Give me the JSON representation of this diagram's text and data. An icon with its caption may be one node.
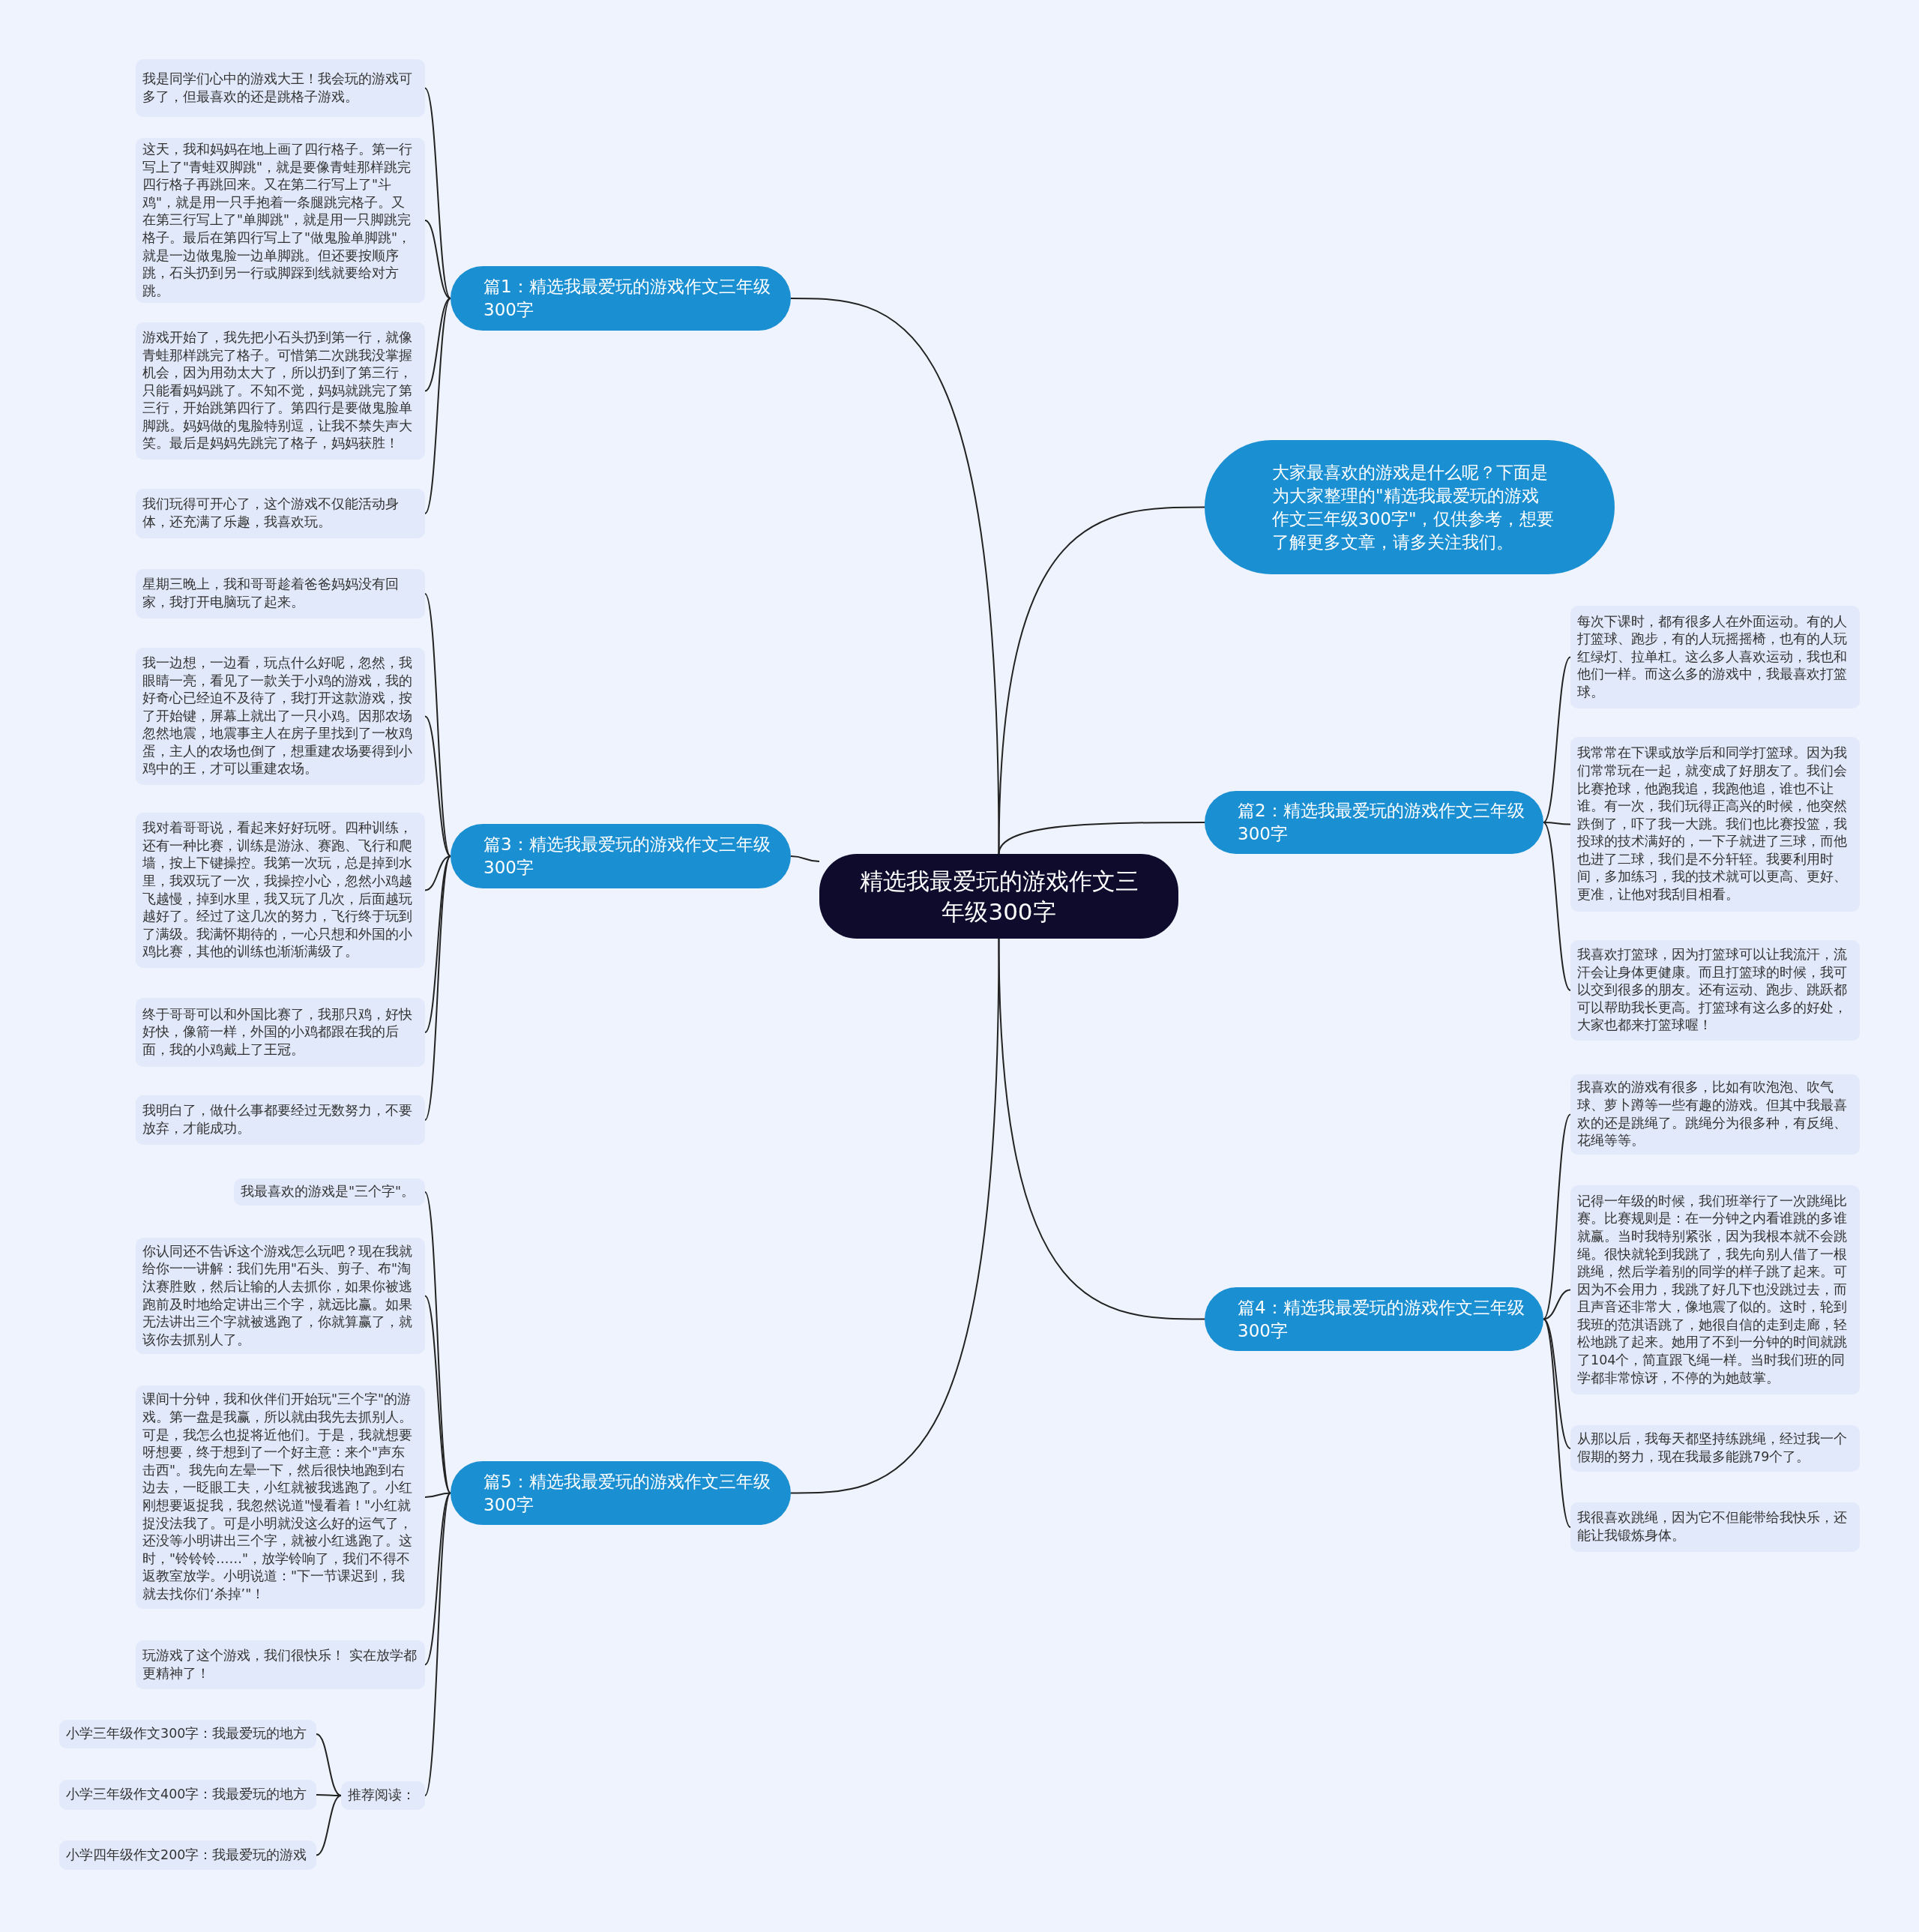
{
  "diagram": {
    "nodes": [
      {
        "text": [
          "精选我最爱玩的游戏作文三年级300字"
        ]
      },
      {
        "text": [
          "篇1：精选我最爱玩的游戏作文三年级300字"
        ]
      },
      {
        "text": [
          "我是同学们心中的游戏大王！我会玩的游戏可多了，但最喜欢的还是跳格子游戏。"
        ]
      },
      {
        "text": [
          "这天，我和妈妈在地上画了四行格子。第一行写上了\"青蛙双脚跳\"，就是要像青蛙那样跳完四行格子再跳回来。又在第二行写上了\"斗鸡\"，就是用一只手抱着一条腿跳完格子。又在第三行写上了\"单脚跳\"，就是用一只脚跳完格子。最后在第四行写上了\"做鬼脸单脚跳\"，就是一边做鬼脸一边单脚跳。但还要按顺序跳，石头扔到另一行或脚踩到线就要给对方跳。"
        ]
      },
      {
        "text": [
          "游戏开始了，我先把小石头扔到第一行，就像青蛙那样跳完了格子。可惜第二次跳我没掌握机会，因为用劲太大了，所以扔到了第三行，只能看妈妈跳了。不知不觉，妈妈就跳完了第三行，开始跳第四行了。第四行是要做鬼脸单脚跳。妈妈做的鬼脸特别逗，让我不禁失声大笑。最后是妈妈先跳完了格子，妈妈获胜！"
        ]
      },
      {
        "text": [
          "我们玩得可开心了，这个游戏不仅能活动身体，还充满了乐趣，我喜欢玩。"
        ]
      },
      {
        "text": [
          "大家最喜欢的游戏是什么呢？下面是为大家整理的\"精选我最爱玩的游戏作文三年级300字\"，仅供参考，想要了解更多文章，请多关注我们。"
        ]
      },
      {
        "text": [
          "篇2：精选我最爱玩的游戏作文三年级300字"
        ]
      },
      {
        "text": [
          "每次下课时，都有很多人在外面运动。有的人打篮球、跑步，有的人玩摇摇椅，也有的人玩红绿灯、拉单杠。这么多人喜欢运动，我也和他们一样。而这么多的游戏中，我最喜欢打篮球。"
        ]
      },
      {
        "text": [
          "我常常在下课或放学后和同学打篮球。因为我们常常玩在一起，就变成了好朋友了。我们会比赛抢球，他跑我追，我跑他追，谁也不让谁。有一次，我们玩得正高兴的时候，他突然跌倒了，吓了我一大跳。我们也比赛投篮，我投球的技术满好的，一下子就进了三球，而他也进了二球，我们是不分轩轾。我要利用时间，多加练习，我的技术就可以更高、更好、更准，让他对我刮目相看。"
        ]
      },
      {
        "text": [
          "我喜欢打篮球，因为打篮球可以让我流汗，流汗会让身体更健康。而且打篮球的时候，我可以交到很多的朋友。还有运动、跑步、跳跃都可以帮助我长更高。打篮球有这么多的好处，大家也都来打篮球喔！"
        ]
      },
      {
        "text": [
          "篇3：精选我最爱玩的游戏作文三年级300字"
        ]
      },
      {
        "text": [
          "星期三晚上，我和哥哥趁着爸爸妈妈没有回家，我打开电脑玩了起来。"
        ]
      },
      {
        "text": [
          "我一边想，一边看，玩点什么好呢，忽然，我眼睛一亮，看见了一款关于小鸡的游戏，我的好奇心已经迫不及待了，我打开这款游戏，按了开始键，屏幕上就出了一只小鸡。因那农场忽然地震，地震事主人在房子里找到了一枚鸡蛋，主人的农场也倒了，想重建农场要得到小鸡中的王，才可以重建农场。"
        ]
      },
      {
        "text": [
          "我对着哥哥说，看起来好好玩呀。四种训练，还有一种比赛，训练是游泳、赛跑、飞行和爬墙，按上下键操控。我第一次玩，总是掉到水里，我双玩了一次，我操控小心，忽然小鸡越飞越慢，掉到水里，我又玩了几次，后面越玩越好了。经过了这几次的努力，飞行终于玩到了满级。我满怀期待的，一心只想和外国的小鸡比赛，其他的训练也渐渐满级了。"
        ]
      },
      {
        "text": [
          "终于哥哥可以和外国比赛了，我那只鸡，好快好快，像箭一样，外国的小鸡都跟在我的后面，我的小鸡戴上了王冠。"
        ]
      },
      {
        "text": [
          "我明白了，做什么事都要经过无数努力，不要放弃，才能成功。"
        ]
      },
      {
        "text": [
          "篇4：精选我最爱玩的游戏作文三年级300字"
        ]
      },
      {
        "text": [
          "我喜欢的游戏有很多，比如有吹泡泡、吹气球、萝卜蹲等一些有趣的游戏。但其中我最喜欢的还是跳绳了。跳绳分为很多种，有反绳、花绳等等。"
        ]
      },
      {
        "text": [
          "记得一年级的时候，我们班举行了一次跳绳比赛。比赛规则是：在一分钟之内看谁跳的多谁就赢。当时我特别紧张，因为我根本就不会跳绳。很快就轮到我跳了，我先向别人借了一根跳绳，然后学着别的同学的样子跳了起来。可因为不会用力，我跳了好几下也没跳过去，而且声音还非常大，像地震了似的。这时，轮到我班的范淇语跳了，她很自信的走到走廊，轻松地跳了起来。她用了不到一分钟的时间就跳了104个，简直跟飞绳一样。当时我们班的同学都非常惊讶，不停的为她鼓掌。"
        ]
      },
      {
        "text": [
          "从那以后，我每天都坚持练跳绳，经过我一个假期的努力，现在我最多能跳79个了。"
        ]
      },
      {
        "text": [
          "我很喜欢跳绳，因为它不但能带给我快乐，还能让我锻炼身体。"
        ]
      },
      {
        "text": [
          "篇5：精选我最爱玩的游戏作文三年级300字"
        ]
      },
      {
        "text": [
          "我最喜欢的游戏是\"三个字\"。"
        ]
      },
      {
        "text": [
          "你认同还不告诉这个游戏怎么玩吧？现在我就给你一一讲解：我们先用\"石头、剪子、布\"淘汰赛胜败，然后让输的人去抓你，如果你被逃跑前及时地给定讲出三个字，就远比赢。如果无法讲出三个字就被逃跑了，你就算赢了，就该你去抓别人了。"
        ]
      },
      {
        "text": [
          "课间十分钟，我和伙伴们开始玩\"三个字\"的游戏。第一盘是我赢，所以就由我先去抓别人。可是，我怎么也捉将近他们。于是，我就想要呀想要，终于想到了一个好主意：来个\"声东击西\"。我先向左晕一下，然后很快地跑到右边去，一眨眼工夫，小红就被我逃跑了。小红刚想要返捉我，我忽然说道\"慢看着！\"小红就捉没法我了。可是小明就没这么好的运气了，还没等小明讲出三个字，就被小红逃跑了。这时，\"铃铃铃……\"，放学铃响了，我们不得不返教室放学。小明说道：\"下一节课迟到，我就去找你们‘杀掉’\"！"
        ]
      },
      {
        "text": [
          "玩游戏了这个游戏，我们很快乐！ 实在放学都更精神了！"
        ]
      },
      {
        "text": [
          "推荐阅读："
        ]
      },
      {
        "text": [
          "小学三年级作文300字：我最爱玩的地方"
        ]
      },
      {
        "text": [
          "小学三年级作文400字：我最爱玩的地方"
        ]
      },
      {
        "text": [
          "小学四年级作文200字：我最爱玩的游戏"
        ]
      }
    ],
    "edges": [
      {
        "from": 0,
        "to": 1,
        "arrow": "none"
      },
      {
        "from": 1,
        "to": 2,
        "arrow": "none"
      },
      {
        "from": 1,
        "to": 3,
        "arrow": "none"
      },
      {
        "from": 1,
        "to": 4,
        "arrow": "none"
      },
      {
        "from": 1,
        "to": 5,
        "arrow": "none"
      },
      {
        "from": 0,
        "to": 6,
        "arrow": "none"
      },
      {
        "from": 0,
        "to": 7,
        "arrow": "none"
      },
      {
        "from": 7,
        "to": 8,
        "arrow": "none"
      },
      {
        "from": 7,
        "to": 9,
        "arrow": "none"
      },
      {
        "from": 7,
        "to": 10,
        "arrow": "none"
      },
      {
        "from": 0,
        "to": 11,
        "arrow": "none"
      },
      {
        "from": 11,
        "to": 12,
        "arrow": "none"
      },
      {
        "from": 11,
        "to": 13,
        "arrow": "none"
      },
      {
        "from": 11,
        "to": 14,
        "arrow": "none"
      },
      {
        "from": 11,
        "to": 15,
        "arrow": "none"
      },
      {
        "from": 11,
        "to": 16,
        "arrow": "none"
      },
      {
        "from": 0,
        "to": 17,
        "arrow": "none"
      },
      {
        "from": 17,
        "to": 18,
        "arrow": "none"
      },
      {
        "from": 17,
        "to": 19,
        "arrow": "none"
      },
      {
        "from": 17,
        "to": 20,
        "arrow": "none"
      },
      {
        "from": 17,
        "to": 21,
        "arrow": "none"
      },
      {
        "from": 0,
        "to": 22,
        "arrow": "none"
      },
      {
        "from": 22,
        "to": 23,
        "arrow": "none"
      },
      {
        "from": 22,
        "to": 24,
        "arrow": "none"
      },
      {
        "from": 22,
        "to": 25,
        "arrow": "none"
      },
      {
        "from": 22,
        "to": 26,
        "arrow": "none"
      },
      {
        "from": 22,
        "to": 27,
        "arrow": "none"
      },
      {
        "from": 27,
        "to": 28,
        "arrow": "none"
      },
      {
        "from": 27,
        "to": 29,
        "arrow": "none"
      },
      {
        "from": 27,
        "to": 30,
        "arrow": "none"
      }
    ]
  }
}
